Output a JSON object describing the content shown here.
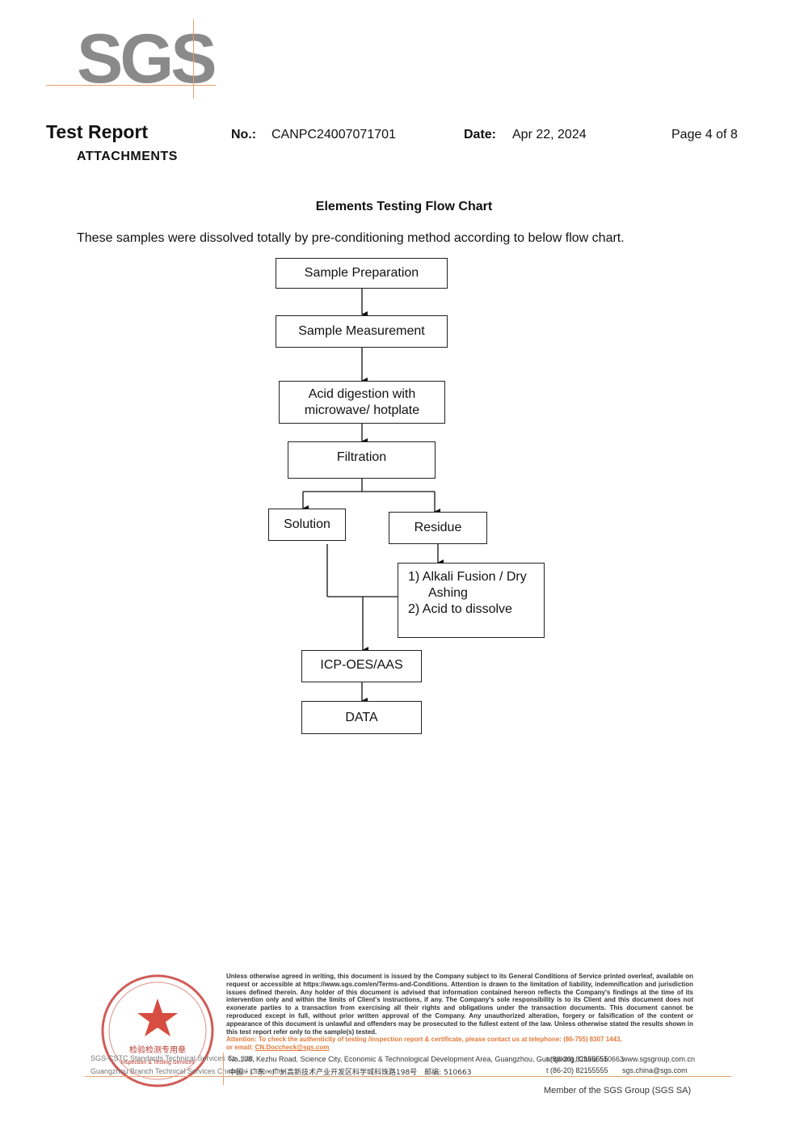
{
  "logo": {
    "text": "SGS"
  },
  "header": {
    "title": "Test Report",
    "subtitle": "ATTACHMENTS",
    "no_label": "No.:",
    "no_value": "CANPC24007071701",
    "date_label": "Date:",
    "date_value": "Apr 22, 2024",
    "page": "Page 4 of 8"
  },
  "body": {
    "chart_title": "Elements Testing Flow Chart",
    "intro": "These samples were dissolved totally by pre-conditioning method according to below flow chart."
  },
  "flow": {
    "sample_preparation": "Sample Preparation",
    "sample_measurement": "Sample Measurement",
    "acid_digestion_line1": "Acid digestion with",
    "acid_digestion_line2": "microwave/ hotplate",
    "filtration": "Filtration",
    "solution": "Solution",
    "residue": "Residue",
    "alkali_line1": "1) Alkali Fusion / Dry",
    "alkali_line2": "Ashing",
    "alkali_line3": "2) Acid to dissolve",
    "icp": "ICP-OES/AAS",
    "data": "DATA"
  },
  "footer": {
    "disclaimer": "Unless otherwise agreed in writing, this document is issued by the Company subject to its General Conditions of Service printed overleaf, available on request or accessible at https://www.sgs.com/en/Terms-and-Conditions. Attention is drawn to the limitation of liability, indemnification and jurisdiction issues defined therein. Any holder of this document is advised that information contained hereon reflects the Company's findings at the time of its intervention only and within the limits of Client's instructions, if any. The Company's sole responsibility is to its Client and this document does not exonerate parties to a transaction from exercising all their rights and obligations under the transaction documents. This document cannot be reproduced except in full, without prior written approval of the Company. Any unauthorized alteration, forgery or falsification of the content or appearance of this document is unlawful and offenders may be prosecuted to the fullest extent of the law. Unless otherwise stated the results shown in this test report refer only to the sample(s) tested.",
    "attention": "Attention: To check the authenticity of testing /inspection report & certificate, please contact us at telephone: (86-755) 8307 1443,",
    "attention_email_prefix": "or email: ",
    "attention_email": "CN.Doccheck@sgs.com",
    "company_line1": "SGS-CSTC Standards Technical Services Co., Ltd.",
    "company_line2": "Guangzhou Branch Technical Services Chemical Laboratory",
    "address_en": "No.198, Kezhu Road, Science City, Economic & Technological Development Area, Guangzhou, Guangdong, China 510663",
    "address_cn": "中国・广东・广州高新技术产业开发区科学城科珠路198号　邮编: 510663",
    "phone1": "t (86-20) 82155555",
    "phone2": "t (86-20) 82155555",
    "web": "www.sgsgroup.com.cn",
    "email": "sgs.china@sgs.com",
    "member": "Member of the SGS Group (SGS SA)",
    "seal_text": "检验检测专用章",
    "seal_sub": "Inspection & Testing Services"
  }
}
